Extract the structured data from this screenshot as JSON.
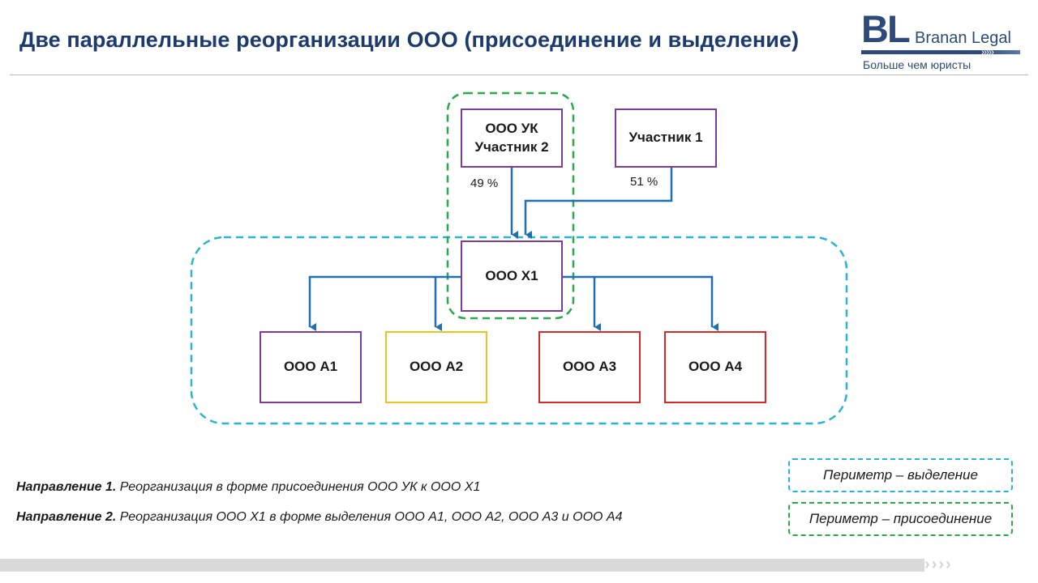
{
  "header": {
    "title": "Две параллельные реорганизации ООО (присоединение и выделение)"
  },
  "logo": {
    "mark": "BL",
    "name": "Branan Legal",
    "tagline": "Больше чем юристы",
    "chevrons": "›››››"
  },
  "diagram": {
    "nodes": {
      "uk": {
        "line1": "ООО УК",
        "line2": "Участник 2"
      },
      "participant1": {
        "label": "Участник 1"
      },
      "x1": {
        "label": "ООО Х1"
      },
      "a1": {
        "label": "ООО А1"
      },
      "a2": {
        "label": "ООО А2"
      },
      "a3": {
        "label": "ООО А3"
      },
      "a4": {
        "label": "ООО А4"
      }
    },
    "shares": {
      "uk": "49 %",
      "participant1": "51 %"
    }
  },
  "notes": {
    "direction1": {
      "label": "Направление 1.",
      "text": " Реорганизация в форме присоединения ООО УК к ООО Х1"
    },
    "direction2": {
      "label": "Направление 2.",
      "text": " Реорганизация ООО Х1 в форме выделения ООО А1, ООО А2, ООО А3 и ООО А4"
    }
  },
  "legend": {
    "spinoff": "Периметр – выделение",
    "merger": "Периметр – присоединение"
  },
  "colors": {
    "title": "#1c3a6b",
    "arrow": "#1f6fb5",
    "purple": "#7d3c98",
    "yellow": "#f0c020",
    "red": "#d42a2a",
    "perimeter_spinoff": "#28b4d2",
    "perimeter_merger": "#2aa84a"
  },
  "footer": {
    "chevrons": "››››"
  }
}
